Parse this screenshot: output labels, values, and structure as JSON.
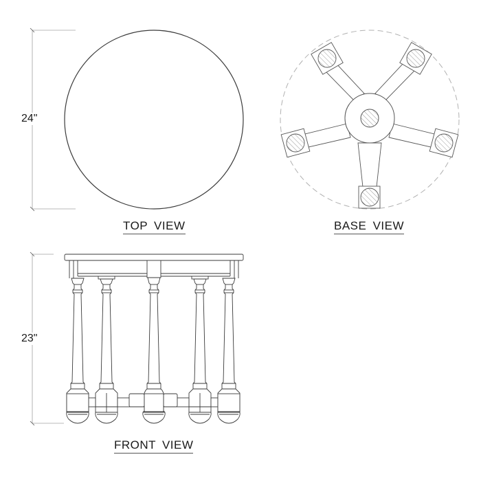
{
  "drawing": {
    "type": "furniture technical drawing",
    "subject": "round side table"
  },
  "views": {
    "top": {
      "title": "TOP VIEW"
    },
    "base": {
      "title": "BASE VIEW"
    },
    "front": {
      "title": "FRONT VIEW"
    }
  },
  "dimensions": {
    "diameter": "24\"",
    "height": "23\""
  },
  "colors": {
    "line": "#3a3a3a",
    "dim_line": "#9a9a9a",
    "dashed": "#b0b0b0",
    "hatch": "#9a9a9a",
    "background": "#ffffff"
  }
}
